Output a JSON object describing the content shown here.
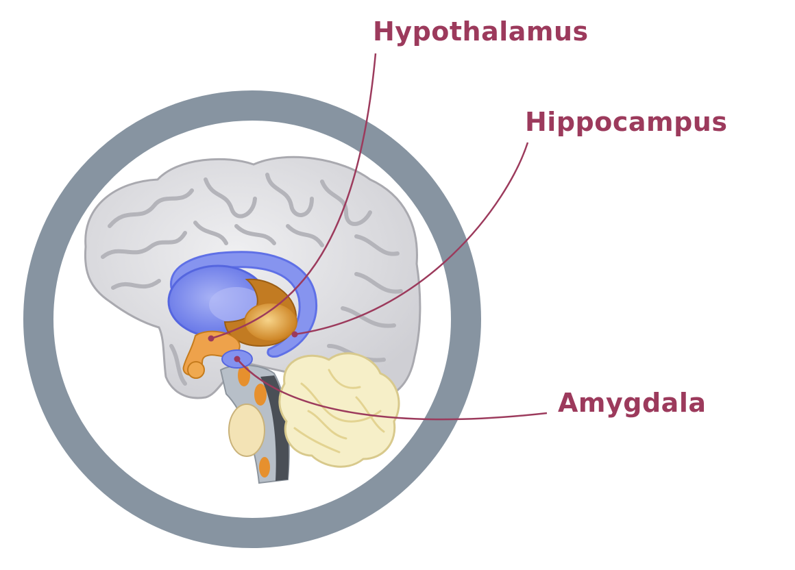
{
  "labels": {
    "hypothalamus": "Hypothalamus",
    "hippocampus": "Hippocampus",
    "amygdala": "Amygdala"
  },
  "colors": {
    "label_text": "#9c3a5c",
    "leader_line": "#9c3a5c",
    "ring": "#8794a1",
    "cortex": "#d9d9dc",
    "cortex_fold": "#b9b9be",
    "limbic_blue": "#7f8ef0",
    "limbic_orange": "#e6a23c",
    "cerebellum": "#f6efc8",
    "brainstem": "#b7bfc8"
  }
}
